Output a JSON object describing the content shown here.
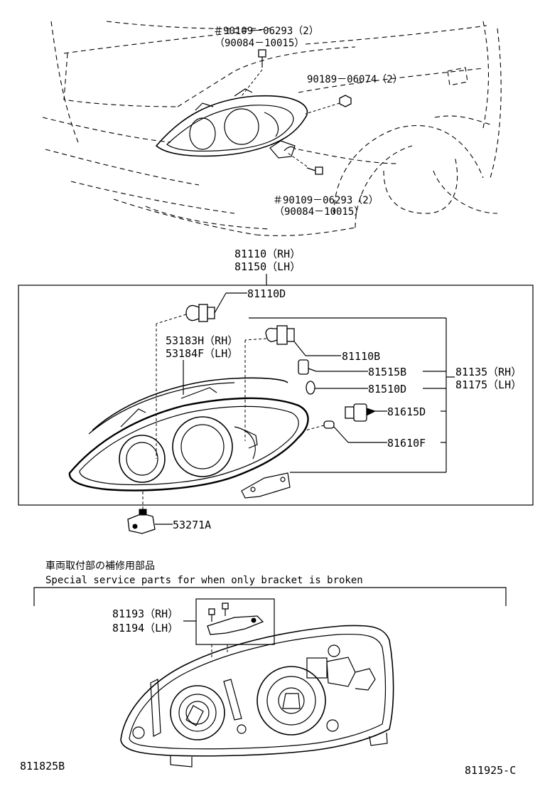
{
  "labels": {
    "screw_top_1": "＃90109－06293（2）",
    "screw_top_2": "（90084－10015）",
    "nut_1": "90189－06074（2）",
    "screw_bot_1": "＃90109－06293（2）",
    "screw_bot_2": "（90084－10015）",
    "unit_rh": "81110（RH）",
    "unit_lh": "81150（LH）",
    "p81110d": "81110D",
    "p53183h": "53183H（RH）",
    "p53184f": "53184F（LH）",
    "p81110b": "81110B",
    "p81515b": "81515B",
    "p81510d": "81510D",
    "p81615d": "81615D",
    "p81610f": "81610F",
    "p81135": "81135（RH）",
    "p81175": "81175（LH）",
    "p53271a": "53271A",
    "service_jp": "車両取付部の補修用部品",
    "service_en": "Special service parts for when only bracket is broken",
    "p81193": "81193（RH）",
    "p81194": "81194（LH）",
    "code_left": "811825B",
    "code_right": "811925-C"
  }
}
